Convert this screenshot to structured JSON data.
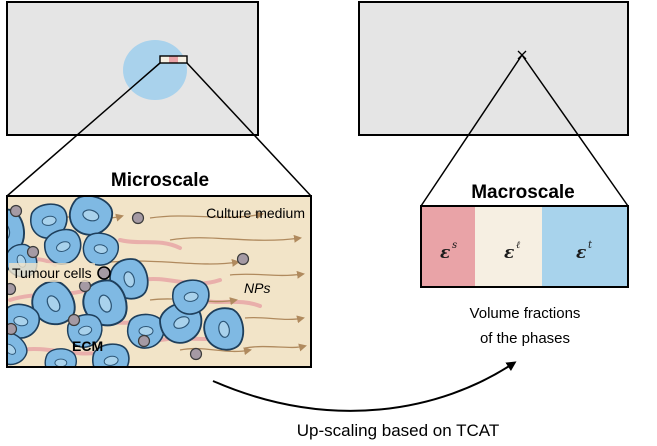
{
  "micro": {
    "title": "Microscale",
    "labels": {
      "culture_medium": "Culture medium",
      "tumour_cells": "Tumour cells",
      "nps": "NPs",
      "ecm": "ECM"
    }
  },
  "macro": {
    "title": "Macroscale",
    "phases": [
      {
        "symbol": "ε",
        "sup": "s",
        "color": "#e9a3a7"
      },
      {
        "symbol": "ε",
        "sup": "ℓ",
        "color": "#f6efe2"
      },
      {
        "symbol": "ε",
        "sup": "t",
        "color": "#a8d3ec"
      }
    ],
    "caption_line1": "Volume fractions",
    "caption_line2": "of the phases"
  },
  "arrow_caption": "Up-scaling based on TCAT",
  "colors": {
    "domain_fill": "#e5e5e5",
    "tumour_spheroid": "#a9d2ec",
    "tissue_background": "#f2e4c8",
    "cell_fill": "#7fb9e3",
    "nucleus_fill": "#a9d2ec",
    "np_fill": "#a59aa4",
    "flow_arrow": "#b08a5e",
    "ecm_fibre": "#e8a6a6"
  }
}
